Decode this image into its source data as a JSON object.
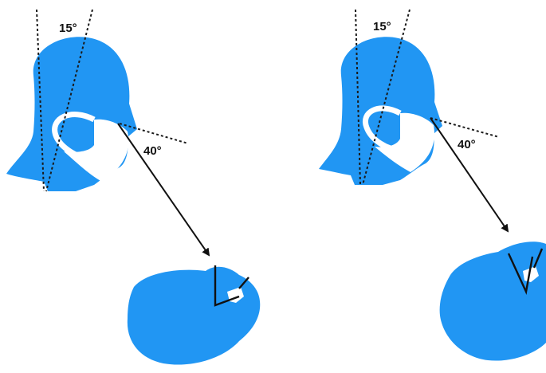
{
  "colors": {
    "head_fill": "#2196f3",
    "mask_fill": "#ffffff",
    "line_color": "#111111"
  },
  "panels": [
    {
      "name": "left",
      "tilt_angle_label": "15°",
      "direction_angle_label": "40°"
    },
    {
      "name": "right",
      "tilt_angle_label": "15°",
      "direction_angle_label": "40°"
    }
  ]
}
